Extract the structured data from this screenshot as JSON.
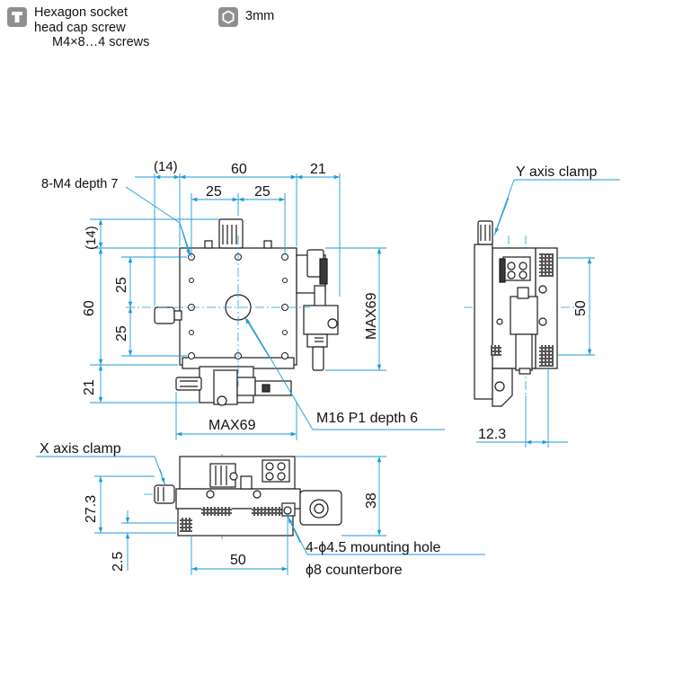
{
  "legend": {
    "screw_icon": "hex-socket-screw-icon",
    "screw_line1": "Hexagon socket",
    "screw_line2": "head cap screw",
    "screw_line3": "M4×8…4 screws",
    "hex_icon": "hex-key-icon",
    "hex_size": "3mm"
  },
  "top_view": {
    "dim_14_top": "(14)",
    "dim_60_top": "60",
    "dim_21_top": "21",
    "dim_25_a": "25",
    "dim_25_b": "25",
    "tapped_holes": "8-M4 depth 7",
    "dim_14_left": "(14)",
    "dim_60_left": "60",
    "dim_25_left_a": "25",
    "dim_25_left_b": "25",
    "dim_21_left": "21",
    "dim_max69_right": "MAX69",
    "dim_max69_bottom": "MAX69",
    "center_hole": "M16 P1 depth 6"
  },
  "side_view": {
    "y_clamp": "Y axis clamp",
    "dim_50": "50",
    "dim_12_3": "12.3"
  },
  "front_view": {
    "x_clamp": "X axis clamp",
    "dim_27_3": "27.3",
    "dim_2_5": "2.5",
    "dim_38": "38",
    "dim_50": "50",
    "mounting_hole": "4-ϕ4.5 mounting hole",
    "counterbore": "ϕ8 counterbore"
  },
  "colors": {
    "dimension_line": "#1a9bd7",
    "outline": "#1a1a1a",
    "body_fill": "#ffffff",
    "dark_part": "#3a3a3a",
    "icon_gray": "#8f8f8f"
  }
}
